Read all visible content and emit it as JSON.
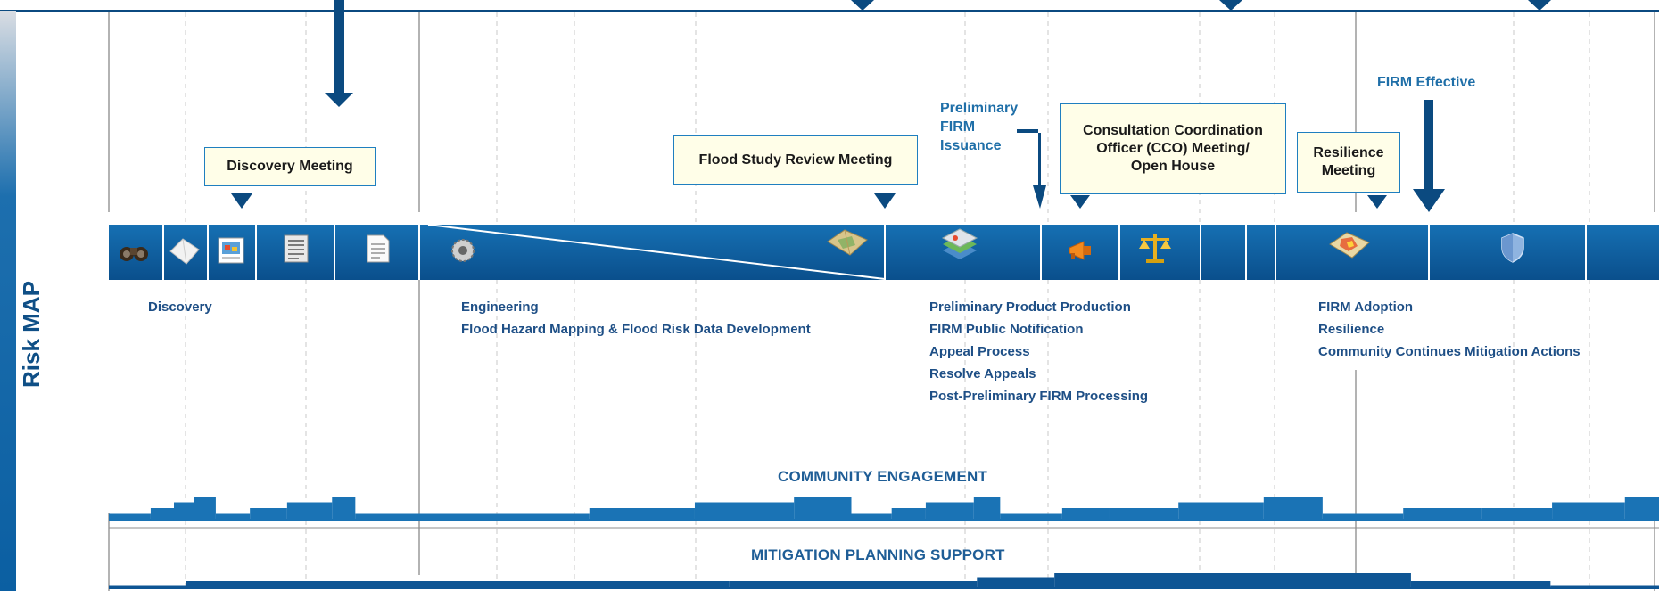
{
  "colors": {
    "band": "#0d63a5",
    "band_dark": "#0b4d86",
    "engagement_bars": "#1a73b5",
    "mitigation_bars": "#0e5594",
    "callout_fill": "#fffee8",
    "callout_border": "#1f7fc0",
    "label_blue": "#1f6fa8",
    "arrow": "#0b4a80"
  },
  "side_title": "Risk MAP",
  "callouts": {
    "discovery_meeting": "Discovery Meeting",
    "flood_study_review_meeting": "Flood Study Review Meeting",
    "cco_meeting": "Consultation Coordination\nOfficer (CCO) Meeting/\nOpen House",
    "resilience_meeting": "Resilience\nMeeting"
  },
  "milestones": {
    "preliminary_firm_issuance": "Preliminary\nFIRM\nIssuance",
    "firm_effective": "FIRM Effective"
  },
  "phases": {
    "discovery": [
      "Discovery"
    ],
    "engineering": [
      "Engineering",
      "Flood Hazard Mapping & Flood Risk Data Development"
    ],
    "preliminary": [
      "Preliminary Product Production",
      "FIRM Public Notification",
      "Appeal Process",
      "Resolve Appeals",
      "Post-Preliminary FIRM Processing"
    ],
    "adoption": [
      "FIRM Adoption",
      "Resilience",
      "Community Continues Mitigation Actions"
    ]
  },
  "lanes": {
    "community_engagement": "COMMUNITY ENGAGEMENT",
    "mitigation_planning_support": "MITIGATION PLANNING SUPPORT"
  },
  "band_icons": [
    "binoculars-icon",
    "map-fold-icon",
    "chart-document-icon",
    "data-sheet-icon",
    "text-document-icon",
    "gear-icon",
    "paper-map-icon",
    "layered-map-icon",
    "megaphone-icon",
    "scales-icon",
    "flood-map-icon",
    "shield-icon"
  ],
  "engagement_levels": [
    {
      "x0": 0.0,
      "x1": 0.027,
      "level": 1
    },
    {
      "x0": 0.027,
      "x1": 0.042,
      "level": 2
    },
    {
      "x0": 0.042,
      "x1": 0.055,
      "level": 3
    },
    {
      "x0": 0.055,
      "x1": 0.069,
      "level": 4
    },
    {
      "x0": 0.069,
      "x1": 0.091,
      "level": 1
    },
    {
      "x0": 0.091,
      "x1": 0.115,
      "level": 2
    },
    {
      "x0": 0.115,
      "x1": 0.144,
      "level": 3
    },
    {
      "x0": 0.144,
      "x1": 0.159,
      "level": 4
    },
    {
      "x0": 0.159,
      "x1": 0.31,
      "level": 1
    },
    {
      "x0": 0.31,
      "x1": 0.378,
      "level": 2
    },
    {
      "x0": 0.378,
      "x1": 0.442,
      "level": 3
    },
    {
      "x0": 0.442,
      "x1": 0.479,
      "level": 4
    },
    {
      "x0": 0.479,
      "x1": 0.505,
      "level": 1
    },
    {
      "x0": 0.505,
      "x1": 0.527,
      "level": 2
    },
    {
      "x0": 0.527,
      "x1": 0.558,
      "level": 3
    },
    {
      "x0": 0.558,
      "x1": 0.575,
      "level": 4
    },
    {
      "x0": 0.575,
      "x1": 0.615,
      "level": 1
    },
    {
      "x0": 0.615,
      "x1": 0.645,
      "level": 2
    },
    {
      "x0": 0.645,
      "x1": 0.69,
      "level": 2
    },
    {
      "x0": 0.69,
      "x1": 0.745,
      "level": 3
    },
    {
      "x0": 0.745,
      "x1": 0.783,
      "level": 4
    },
    {
      "x0": 0.783,
      "x1": 0.835,
      "level": 1
    },
    {
      "x0": 0.835,
      "x1": 0.885,
      "level": 2
    },
    {
      "x0": 0.885,
      "x1": 0.931,
      "level": 2
    },
    {
      "x0": 0.931,
      "x1": 0.978,
      "level": 3
    },
    {
      "x0": 0.978,
      "x1": 1.0,
      "level": 4
    }
  ],
  "mitigation_levels": [
    {
      "x0": 0.0,
      "x1": 0.05,
      "level": 1
    },
    {
      "x0": 0.05,
      "x1": 0.4,
      "level": 2
    },
    {
      "x0": 0.4,
      "x1": 0.56,
      "level": 2
    },
    {
      "x0": 0.56,
      "x1": 0.61,
      "level": 3
    },
    {
      "x0": 0.61,
      "x1": 0.84,
      "level": 4
    },
    {
      "x0": 0.84,
      "x1": 0.93,
      "level": 2
    },
    {
      "x0": 0.93,
      "x1": 1.0,
      "level": 1
    }
  ]
}
